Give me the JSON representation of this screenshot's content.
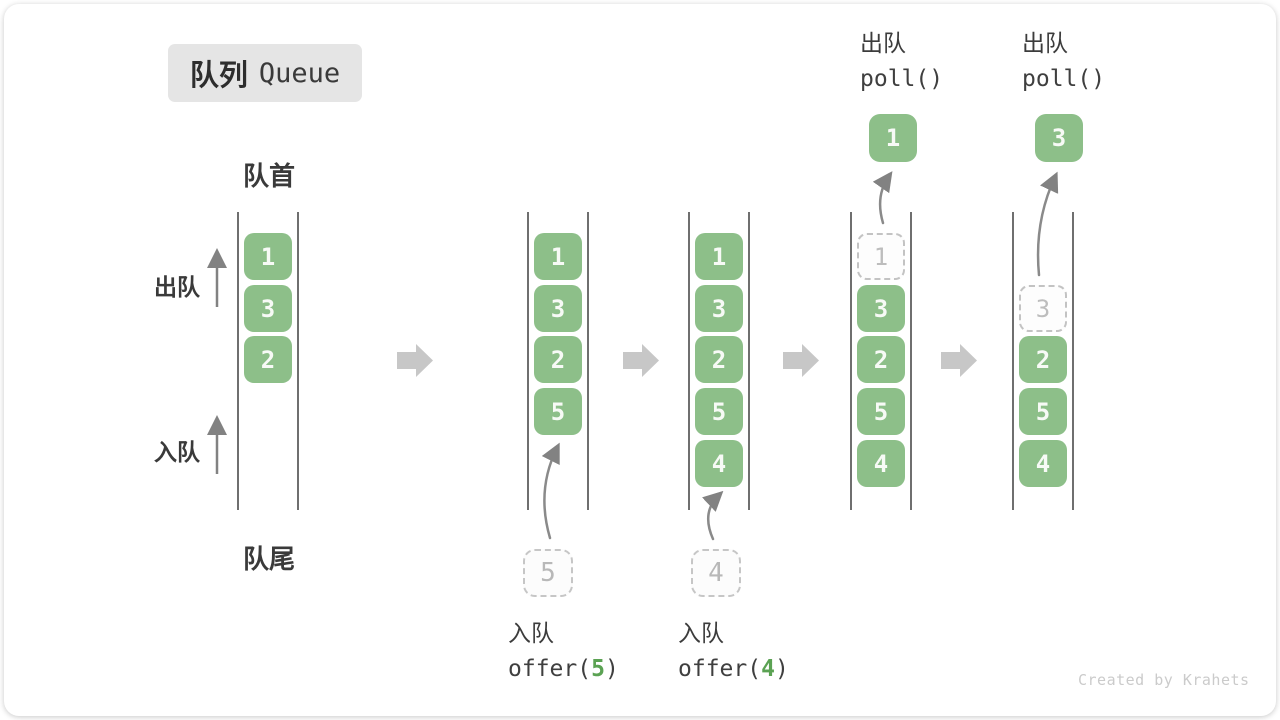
{
  "title": {
    "zh": "队列",
    "en": "Queue"
  },
  "side_labels": {
    "front": "队首",
    "rear": "队尾",
    "dequeue": "出队",
    "enqueue": "入队"
  },
  "states": [
    {
      "slots": [
        "1",
        "3",
        "2"
      ]
    },
    {
      "slots": [
        "1",
        "3",
        "2",
        "5"
      ],
      "pending": "5",
      "op": {
        "zh": "入队",
        "code_pre": "offer(",
        "arg": "5",
        "code_post": ")"
      }
    },
    {
      "slots": [
        "1",
        "3",
        "2",
        "5",
        "4"
      ],
      "pending": "4",
      "op": {
        "zh": "入队",
        "code_pre": "offer(",
        "arg": "4",
        "code_post": ")"
      }
    },
    {
      "removed": "1",
      "slots": [
        "3",
        "2",
        "5",
        "4"
      ],
      "dequeued": "1",
      "op": {
        "zh": "出队",
        "code": "poll()"
      }
    },
    {
      "removed": "3",
      "slots": [
        "2",
        "5",
        "4"
      ],
      "dequeued": "3",
      "op": {
        "zh": "出队",
        "code": "poll()"
      }
    }
  ],
  "colors": {
    "item_green": "#8dbf89",
    "code_arg_green": "#5ba253",
    "block_arrow_gray": "#c7c7c7"
  },
  "watermark": "Created by Krahets"
}
